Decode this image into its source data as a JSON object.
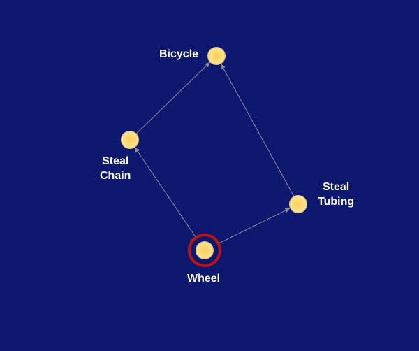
{
  "graph": {
    "background_color": "#0c176f",
    "node_color": "#ffdc7e",
    "selection_ring_color": "#b81414",
    "edge_color": "#8c8c96",
    "selected_node": "wheel",
    "nodes": [
      {
        "id": "bicycle",
        "label_lines": [
          "Bicycle"
        ]
      },
      {
        "id": "steal-chain",
        "label_lines": [
          "Steal",
          "Chain"
        ]
      },
      {
        "id": "steal-tubing",
        "label_lines": [
          "Steal",
          "Tubing"
        ]
      },
      {
        "id": "wheel",
        "label_lines": [
          "Wheel"
        ]
      }
    ],
    "edges": [
      {
        "from": "steal-chain",
        "to": "bicycle"
      },
      {
        "from": "steal-tubing",
        "to": "bicycle"
      },
      {
        "from": "wheel",
        "to": "steal-chain"
      },
      {
        "from": "wheel",
        "to": "steal-tubing"
      }
    ]
  }
}
